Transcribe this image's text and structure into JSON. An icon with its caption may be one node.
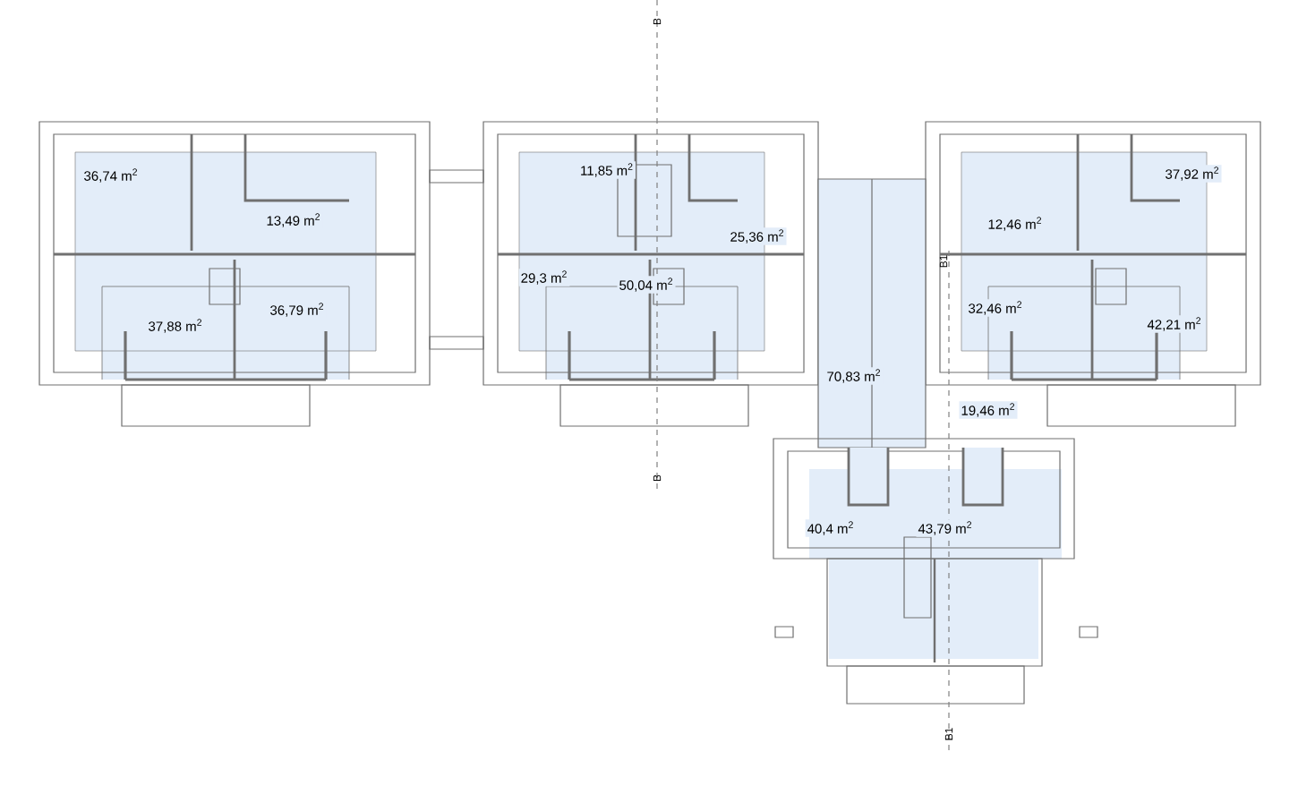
{
  "diagram": {
    "labels": [
      "B",
      "36,74 m$^{2}$",
      "11,85 m$^{2}$",
      "37,92 m$^{2}$",
      "13,49 m$^{2}$",
      "12,46 m$^{2}$",
      "25,36 m$^{2}$",
      "B1",
      "29,3 m$^{2}$",
      "50,04 m$^{2}$",
      "36,79 m$^{2}$",
      "32,46 m$^{2}$",
      "37,88 m$^{2}$",
      "42,21 m$^{2}$",
      "70,83 m$^{2}$",
      "19,46 m$^{2}$",
      "B",
      "40,4 m$^{2}$",
      "43,79 m$^{2}$",
      "B1"
    ]
  }
}
